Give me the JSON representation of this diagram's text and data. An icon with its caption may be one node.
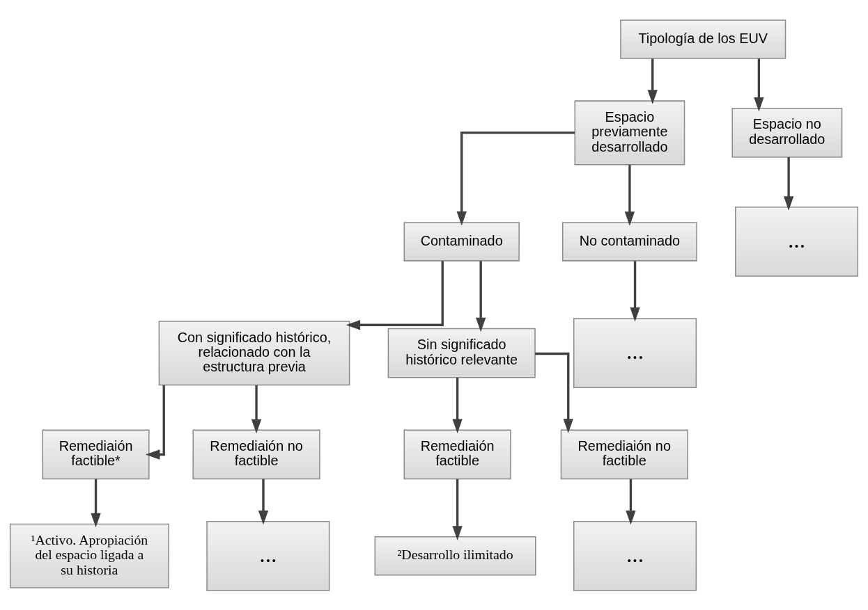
{
  "diagram": {
    "nodes": [
      {
        "text": [
          "Tipología de los EUV"
        ]
      },
      {
        "text": [
          "Espacio previamente desarrollado"
        ]
      },
      {
        "text": [
          "Espacio no desarrollado"
        ]
      },
      {
        "text": [
          "Contaminado"
        ]
      },
      {
        "text": [
          "No contaminado"
        ]
      },
      {
        "text": [
          "..."
        ]
      },
      {
        "text": [
          "..."
        ]
      },
      {
        "text": [
          "Con significado histórico, relacionado con la estructura previa"
        ]
      },
      {
        "text": [
          "Sin significado histórico relevante"
        ]
      },
      {
        "text": [
          "Remediaión factible*"
        ]
      },
      {
        "text": [
          "Remediaión no factible"
        ]
      },
      {
        "text": [
          "Remediaión factible"
        ]
      },
      {
        "text": [
          "Remediaión no factible"
        ]
      },
      {
        "text": [
          "¹Activo. Apropiación del espacio ligada a su historia"
        ]
      },
      {
        "text": [
          "..."
        ]
      },
      {
        "text": [
          "²Desarrollo ilimitado"
        ]
      },
      {
        "text": [
          "..."
        ]
      }
    ],
    "edges": [
      {
        "from": 0,
        "to": 1,
        "arrow": "to"
      },
      {
        "from": 0,
        "to": 2,
        "arrow": "to"
      },
      {
        "from": 1,
        "to": 3,
        "arrow": "to"
      },
      {
        "from": 1,
        "to": 4,
        "arrow": "to"
      },
      {
        "from": 2,
        "to": 5,
        "arrow": "to"
      },
      {
        "from": 4,
        "to": 6,
        "arrow": "to"
      },
      {
        "from": 3,
        "to": 7,
        "arrow": "to"
      },
      {
        "from": 3,
        "to": 8,
        "arrow": "to"
      },
      {
        "from": 7,
        "to": 9,
        "arrow": "to"
      },
      {
        "from": 7,
        "to": 10,
        "arrow": "to"
      },
      {
        "from": 8,
        "to": 11,
        "arrow": "to"
      },
      {
        "from": 8,
        "to": 12,
        "arrow": "to"
      },
      {
        "from": 9,
        "to": 13,
        "arrow": "to"
      },
      {
        "from": 10,
        "to": 14,
        "arrow": "to"
      },
      {
        "from": 11,
        "to": 15,
        "arrow": "to"
      },
      {
        "from": 12,
        "to": 16,
        "arrow": "to"
      }
    ]
  }
}
